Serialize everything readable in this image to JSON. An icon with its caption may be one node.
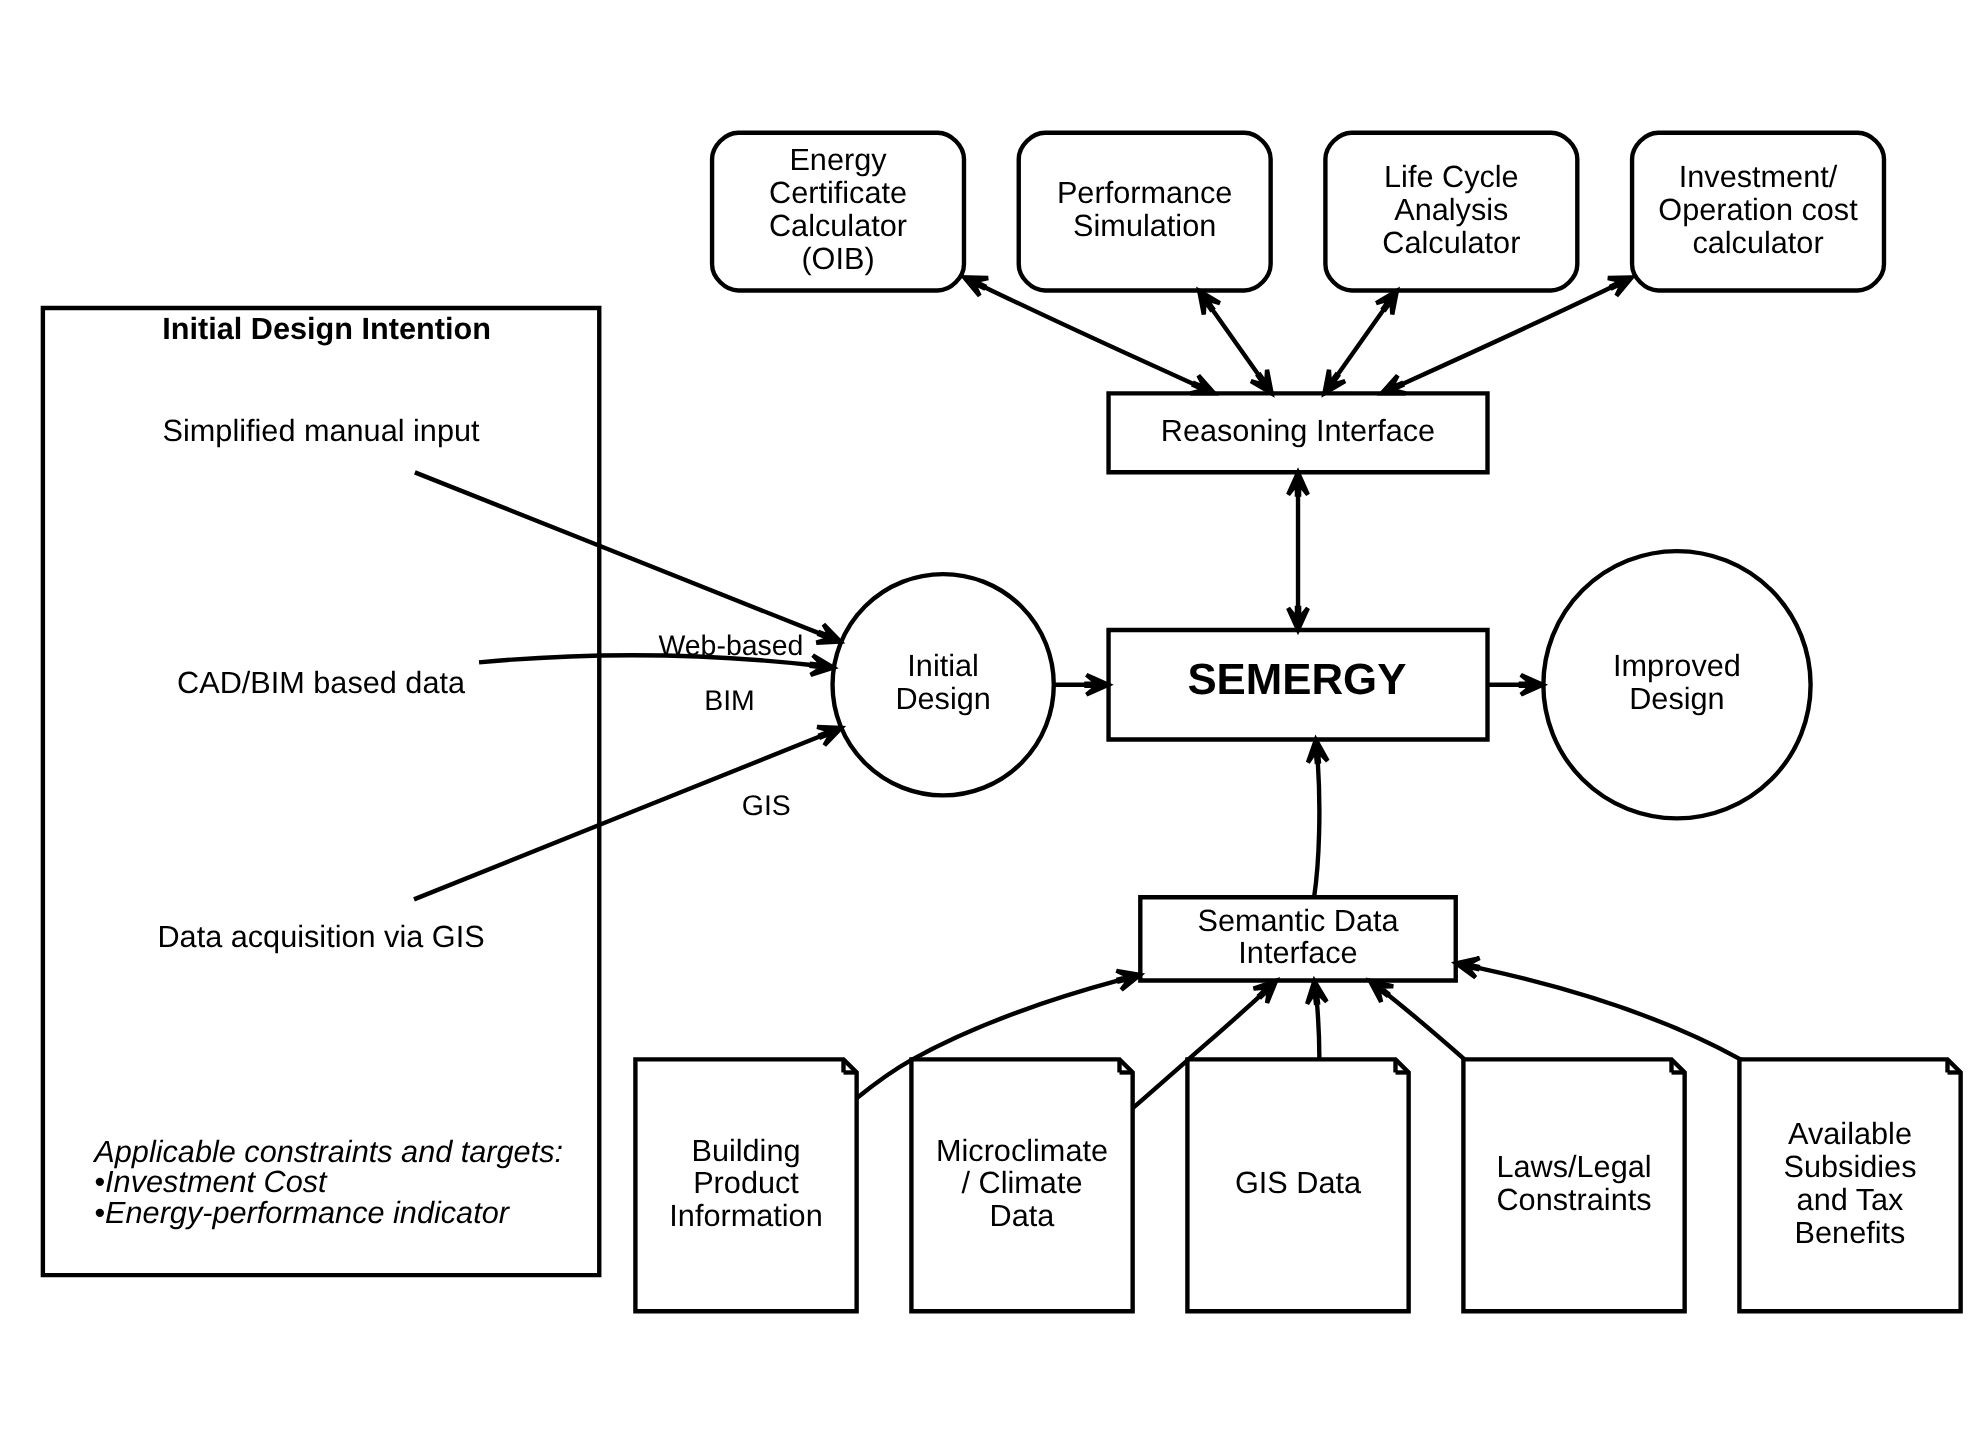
{
  "diagram": {
    "nodes": [
      {
        "text": [
          "Initial Design Intention"
        ]
      },
      {
        "text": [
          "Simplified manual input"
        ],
        "in": 0
      },
      {
        "text": [
          "CAD/BIM based data"
        ],
        "in": 0
      },
      {
        "text": [
          "Data acquisition via GIS"
        ],
        "in": 0
      },
      {
        "text": [
          "Initial Design"
        ]
      },
      {
        "text": [
          "SEMERGY"
        ]
      },
      {
        "text": [
          "Improved Design"
        ]
      },
      {
        "text": [
          "Reasoning Interface"
        ]
      },
      {
        "text": [
          "Semantic Data Interface"
        ]
      },
      {
        "text": [
          "Energy Certificate Calculator (OIB)"
        ]
      },
      {
        "text": [
          "Performance Simulation"
        ]
      },
      {
        "text": [
          "Life Cycle Analysis Calculator"
        ]
      },
      {
        "text": [
          "Investment/ Operation cost calculator"
        ]
      },
      {
        "text": [
          "Building Product Information"
        ]
      },
      {
        "text": [
          "Microclimate / Climate Data"
        ]
      },
      {
        "text": [
          "GIS Data"
        ]
      },
      {
        "text": [
          "Laws/Legal Constraints"
        ]
      },
      {
        "text": [
          "Available Subsidies and Tax Benefits"
        ]
      }
    ],
    "edges": [
      {
        "from": 1,
        "to": 4,
        "arrow": "to",
        "label": "Web-based"
      },
      {
        "from": 2,
        "to": 4,
        "arrow": "to",
        "label": "BIM"
      },
      {
        "from": 3,
        "to": 4,
        "arrow": "to",
        "label": "GIS"
      },
      {
        "from": 4,
        "to": 5,
        "arrow": "to"
      },
      {
        "from": 5,
        "to": 6,
        "arrow": "to"
      },
      {
        "from": 9,
        "to": 7,
        "arrow": "both"
      },
      {
        "from": 10,
        "to": 7,
        "arrow": "both"
      },
      {
        "from": 11,
        "to": 7,
        "arrow": "both"
      },
      {
        "from": 12,
        "to": 7,
        "arrow": "both"
      },
      {
        "from": 7,
        "to": 5,
        "arrow": "both"
      },
      {
        "from": 8,
        "to": 5,
        "arrow": "to"
      },
      {
        "from": 13,
        "to": 8,
        "arrow": "to"
      },
      {
        "from": 14,
        "to": 8,
        "arrow": "to"
      },
      {
        "from": 15,
        "to": 8,
        "arrow": "to"
      },
      {
        "from": 16,
        "to": 8,
        "arrow": "to"
      },
      {
        "from": 17,
        "to": 8,
        "arrow": "to"
      }
    ],
    "labels": [
      "Applicable constraints and targets:",
      "•Investment Cost",
      "•Energy-performance indicator"
    ]
  }
}
